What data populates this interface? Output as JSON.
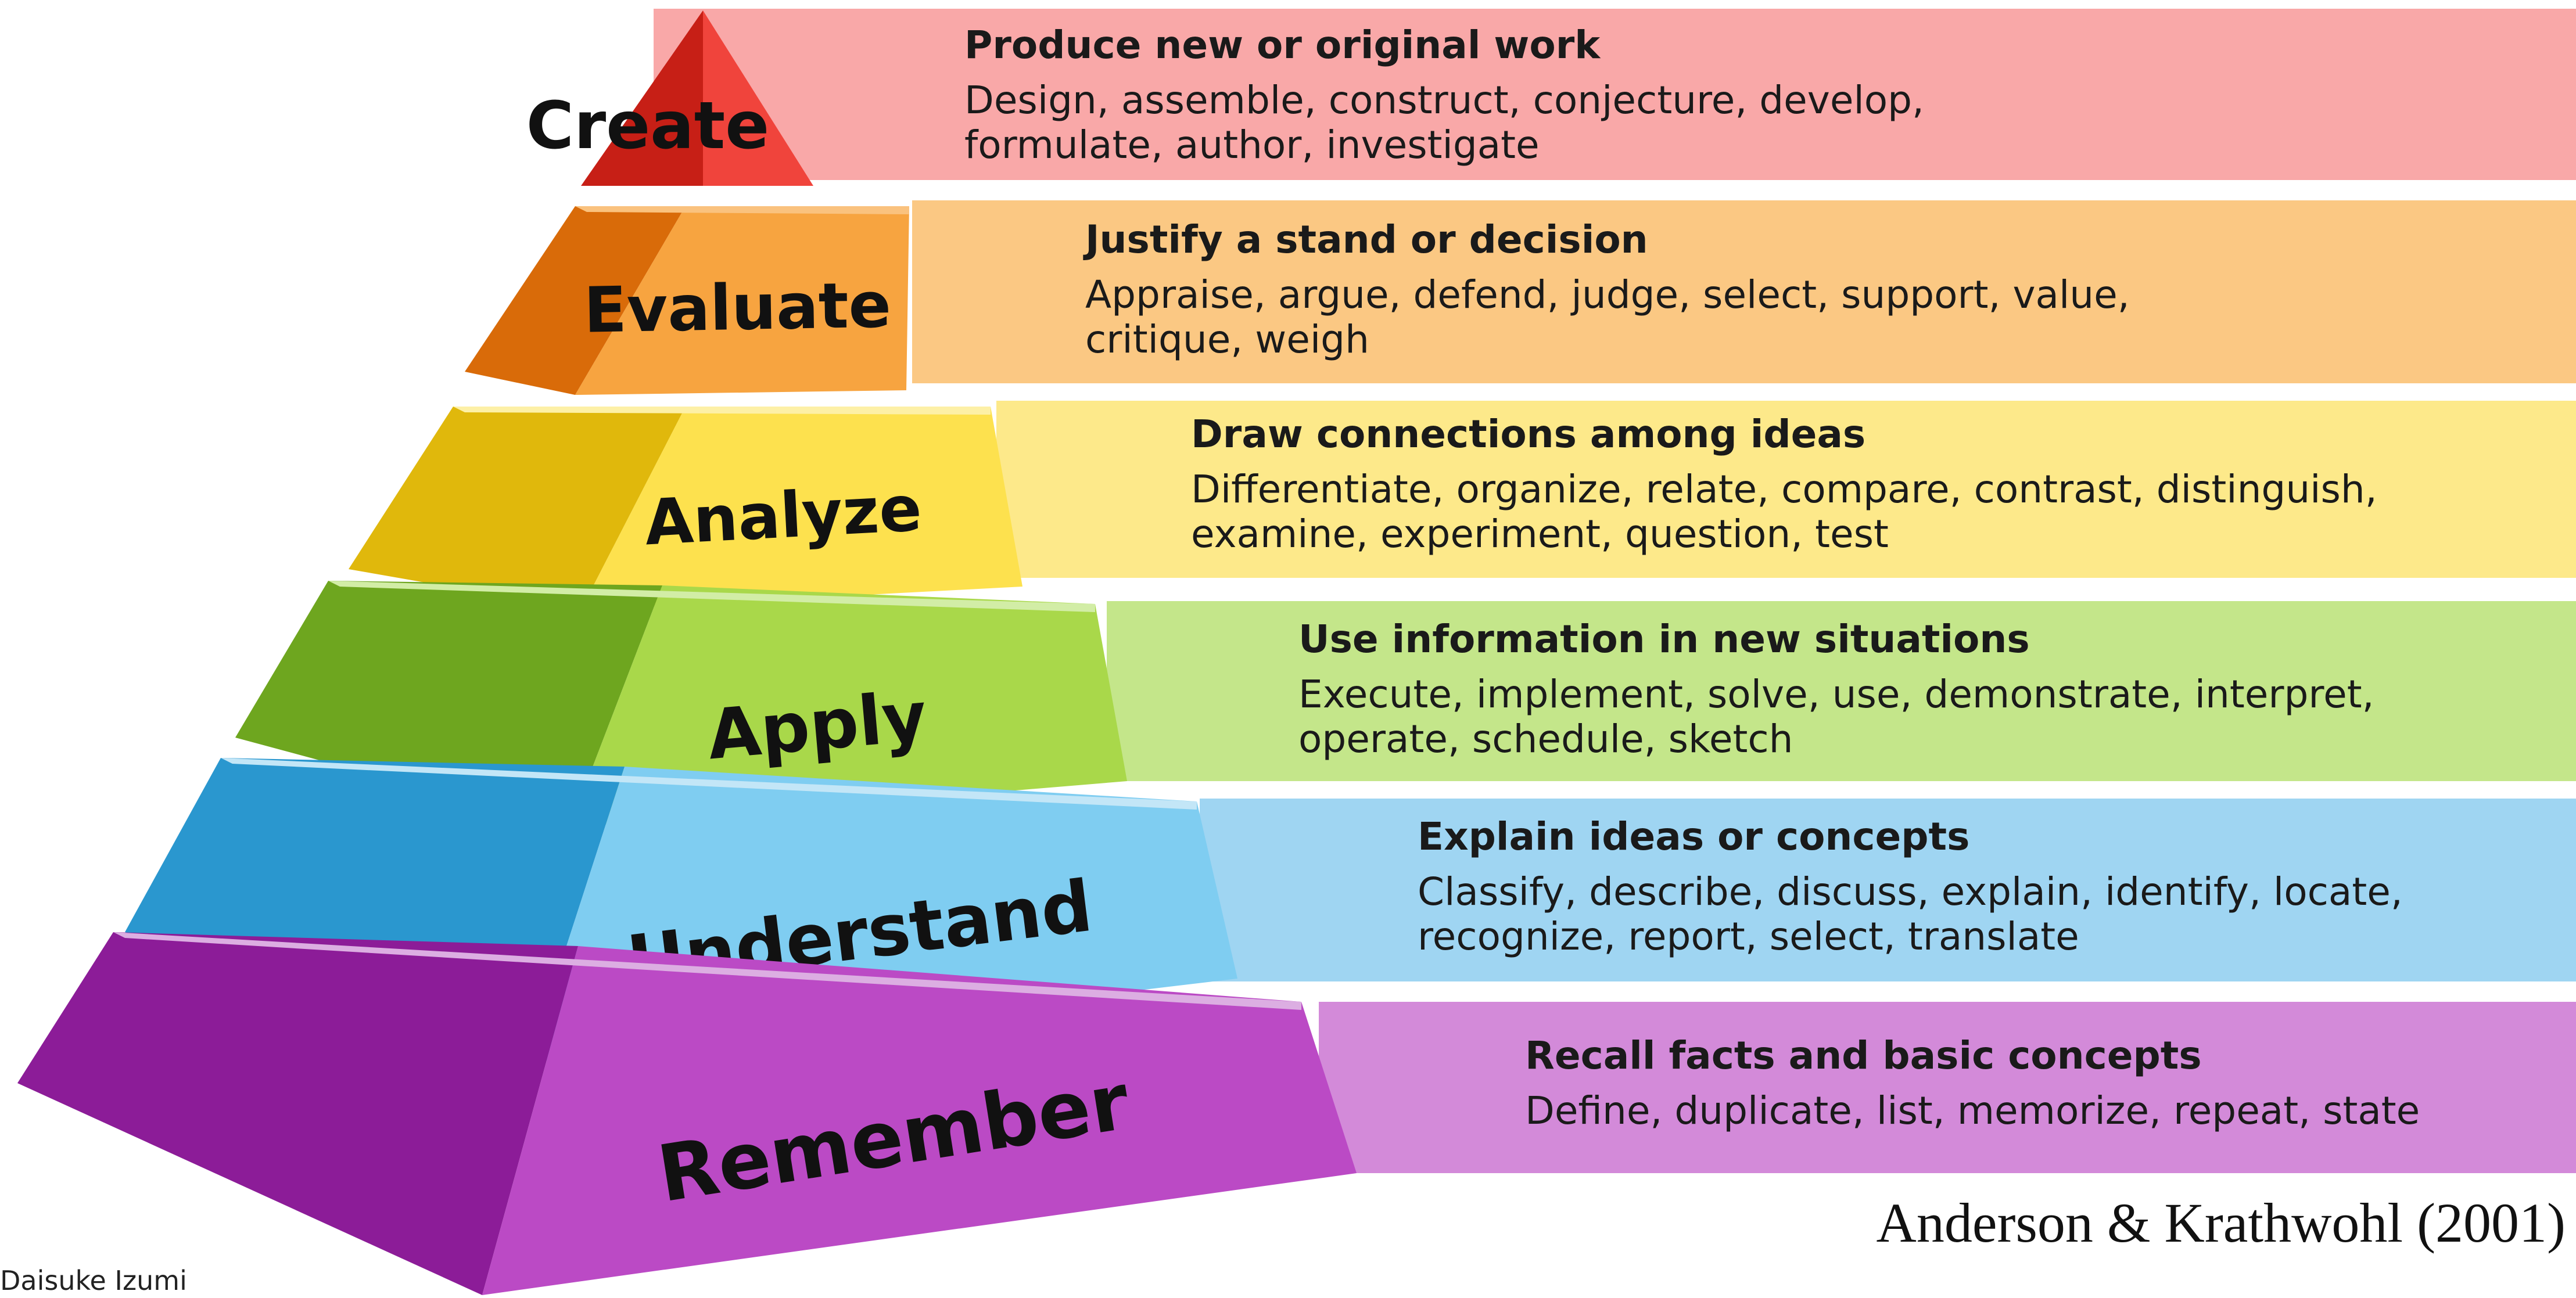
{
  "levels": [
    {
      "label": "Create",
      "heading": "Produce new or original work",
      "lines": [
        "Design, assemble, construct, conjecture, develop,",
        "formulate, author, investigate"
      ],
      "colors": {
        "band": "#f9a8a8",
        "left": "#c71f16",
        "right": "#f0443c",
        "top": "#f4736c"
      }
    },
    {
      "label": "Evaluate",
      "heading": "Justify a stand or decision",
      "lines": [
        "Appraise, argue, defend, judge, select, support,  value,",
        "critique,  weigh"
      ],
      "colors": {
        "band": "#fbc883",
        "left": "#d96b09",
        "right": "#f7a440",
        "top": "#fac27e"
      }
    },
    {
      "label": "Analyze",
      "heading": "Draw connections among ideas",
      "lines": [
        "Differentiate, organize, relate, compare, contrast, distinguish,",
        "examine, experiment, question, test"
      ],
      "colors": {
        "band": "#fde98a",
        "left": "#e0b80c",
        "right": "#fde14e",
        "top": "#fdf0a6"
      }
    },
    {
      "label": "Apply",
      "heading": "Use information in new situations",
      "lines": [
        "Execute, implement, solve, use, demonstrate, interpret,",
        "operate, schedule, sketch"
      ],
      "colors": {
        "band": "#c4e68a",
        "left": "#6ea61f",
        "right": "#a9d84a",
        "top": "#d2eda6"
      }
    },
    {
      "label": "Understand",
      "heading": "Explain ideas or concepts",
      "lines": [
        "Classify, describe, discuss, explain, identify, locate,",
        "recognize, report, select, translate"
      ],
      "colors": {
        "band": "#9fd5f2",
        "left": "#2a97cf",
        "right": "#7fcdf1",
        "top": "#c3e6f7"
      }
    },
    {
      "label": "Remember",
      "heading": "Recall facts and basic concepts",
      "lines": [
        "Define, duplicate, list, memorize, repeat, state"
      ],
      "colors": {
        "band": "#d38ad9",
        "left": "#8c1c98",
        "right": "#bb4ac5",
        "top": "#dcaee2"
      }
    }
  ],
  "citation": "Anderson & Krathwohl (2001)",
  "credit": "Daisuke Izumi"
}
